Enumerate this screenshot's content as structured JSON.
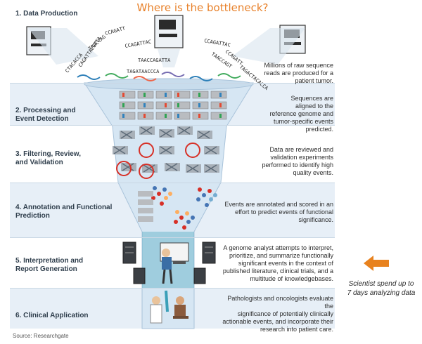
{
  "title": "Where is the bottleneck?",
  "stages": [
    {
      "label_lines": [
        "1. Data Production"
      ],
      "desc_lines": [
        "Millions of raw sequence",
        "reads are produced for a",
        "patient tumor."
      ]
    },
    {
      "label_lines": [
        "2. Processing and",
        "Event Detection"
      ],
      "desc_lines": [
        "Sequences are",
        "aligned to the",
        "reference genome and",
        "tumor-specific events",
        "predicted."
      ]
    },
    {
      "label_lines": [
        "3. Filtering, Review,",
        "and Validation"
      ],
      "desc_lines": [
        "Data are reviewed and",
        "validation experiments",
        "performed to identify high",
        "quality events."
      ]
    },
    {
      "label_lines": [
        "4. Annotation and Functional",
        "Prediction"
      ],
      "desc_lines": [
        "Events are annotated and scored in an",
        "effort to predict events of functional",
        "significance."
      ]
    },
    {
      "label_lines": [
        "5. Interpretation and",
        "Report Generation"
      ],
      "desc_lines": [
        "A genome analyst attempts to interpret,",
        "prioritize, and summarize functionally",
        "significant events in the context of",
        "published literature, clinical trials, and a",
        "multitude of knowledgebases."
      ]
    },
    {
      "label_lines": [
        "6. Clinical Application"
      ],
      "desc_lines": [
        "Pathologists and oncologists evaluate the",
        "significance of potentially clinically",
        "actionable events, and incorporate their",
        "research into patient care."
      ]
    }
  ],
  "sequence_labels": [
    "CCAGATT",
    "TAACCAG",
    "CCAGATTAC",
    "CAGATTACGTTA",
    "TAACCAGATTA",
    "CTACACCA",
    "TAGATAACCCA",
    "CCAGATTAC",
    "TAACCAGT",
    "CCAGATT",
    "TAGACTACACCA"
  ],
  "note_lines": [
    "Scientist spend up to",
    "7 days analyzing data"
  ],
  "source": "Source: Researchgate",
  "colors": {
    "accent": "#e8812a",
    "band_blue": "#dde9f4",
    "arrow": "#e8821e"
  }
}
